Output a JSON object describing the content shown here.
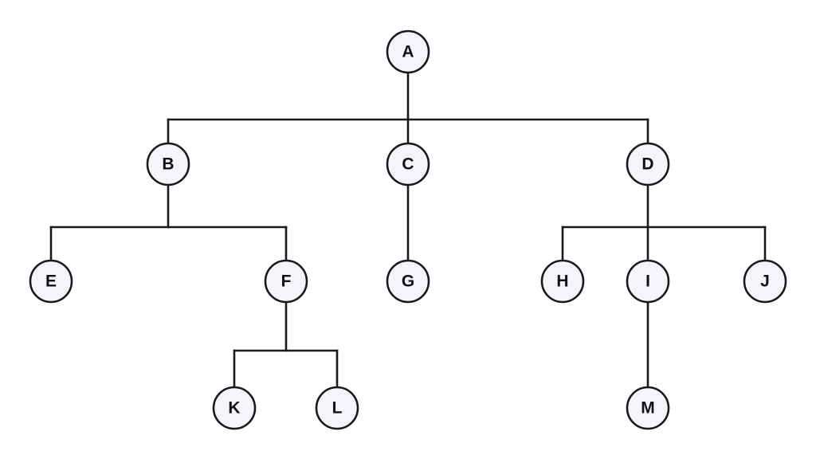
{
  "diagram": {
    "type": "tree",
    "nodes": [
      {
        "id": "A",
        "label": "A"
      },
      {
        "id": "B",
        "label": "B"
      },
      {
        "id": "C",
        "label": "C"
      },
      {
        "id": "D",
        "label": "D"
      },
      {
        "id": "E",
        "label": "E"
      },
      {
        "id": "F",
        "label": "F"
      },
      {
        "id": "G",
        "label": "G"
      },
      {
        "id": "H",
        "label": "H"
      },
      {
        "id": "I",
        "label": "I"
      },
      {
        "id": "J",
        "label": "J"
      },
      {
        "id": "K",
        "label": "K"
      },
      {
        "id": "L",
        "label": "L"
      },
      {
        "id": "M",
        "label": "M"
      }
    ],
    "edges": [
      {
        "from": "A",
        "to": "B"
      },
      {
        "from": "A",
        "to": "C"
      },
      {
        "from": "A",
        "to": "D"
      },
      {
        "from": "B",
        "to": "E"
      },
      {
        "from": "B",
        "to": "F"
      },
      {
        "from": "C",
        "to": "G"
      },
      {
        "from": "D",
        "to": "H"
      },
      {
        "from": "D",
        "to": "I"
      },
      {
        "from": "D",
        "to": "J"
      },
      {
        "from": "F",
        "to": "K"
      },
      {
        "from": "F",
        "to": "L"
      },
      {
        "from": "I",
        "to": "M"
      }
    ]
  },
  "colors": {
    "node_fill": "#f3f5fa",
    "stroke": "#1a1a1a",
    "text": "#111111"
  }
}
